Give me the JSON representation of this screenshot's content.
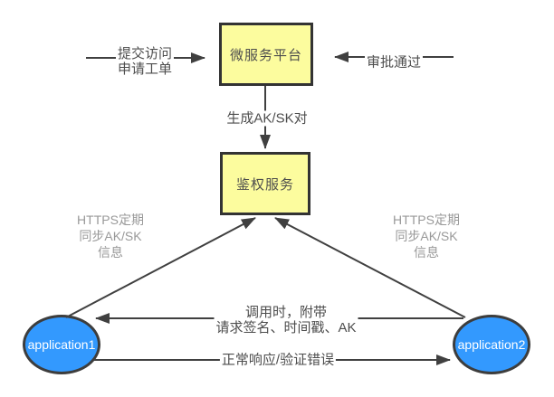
{
  "colors": {
    "background": "#ffffff",
    "node_fill": "#FCFC9E",
    "node_border": "#333333",
    "app_fill": "#3399FE",
    "app_border": "#3d3d3d",
    "app_text": "#ffffff",
    "line": "#404040",
    "label_text": "#4d4d4d",
    "muted_text": "#999999"
  },
  "nodes": {
    "platform": "微服务平台",
    "auth": "鉴权服务",
    "app1": "application1",
    "app2": "application2"
  },
  "edge_labels": {
    "submit": "提交访问\n申请工单",
    "approve": "审批通过",
    "generate": "生成AK/SK对",
    "sync_left": "HTTPS定期\n同步AK/SK\n信息",
    "sync_right": "HTTPS定期\n同步AK/SK\n信息",
    "call": "调用时，附带\n请求签名、时间戳、AK",
    "response": "正常响应/验证错误"
  }
}
